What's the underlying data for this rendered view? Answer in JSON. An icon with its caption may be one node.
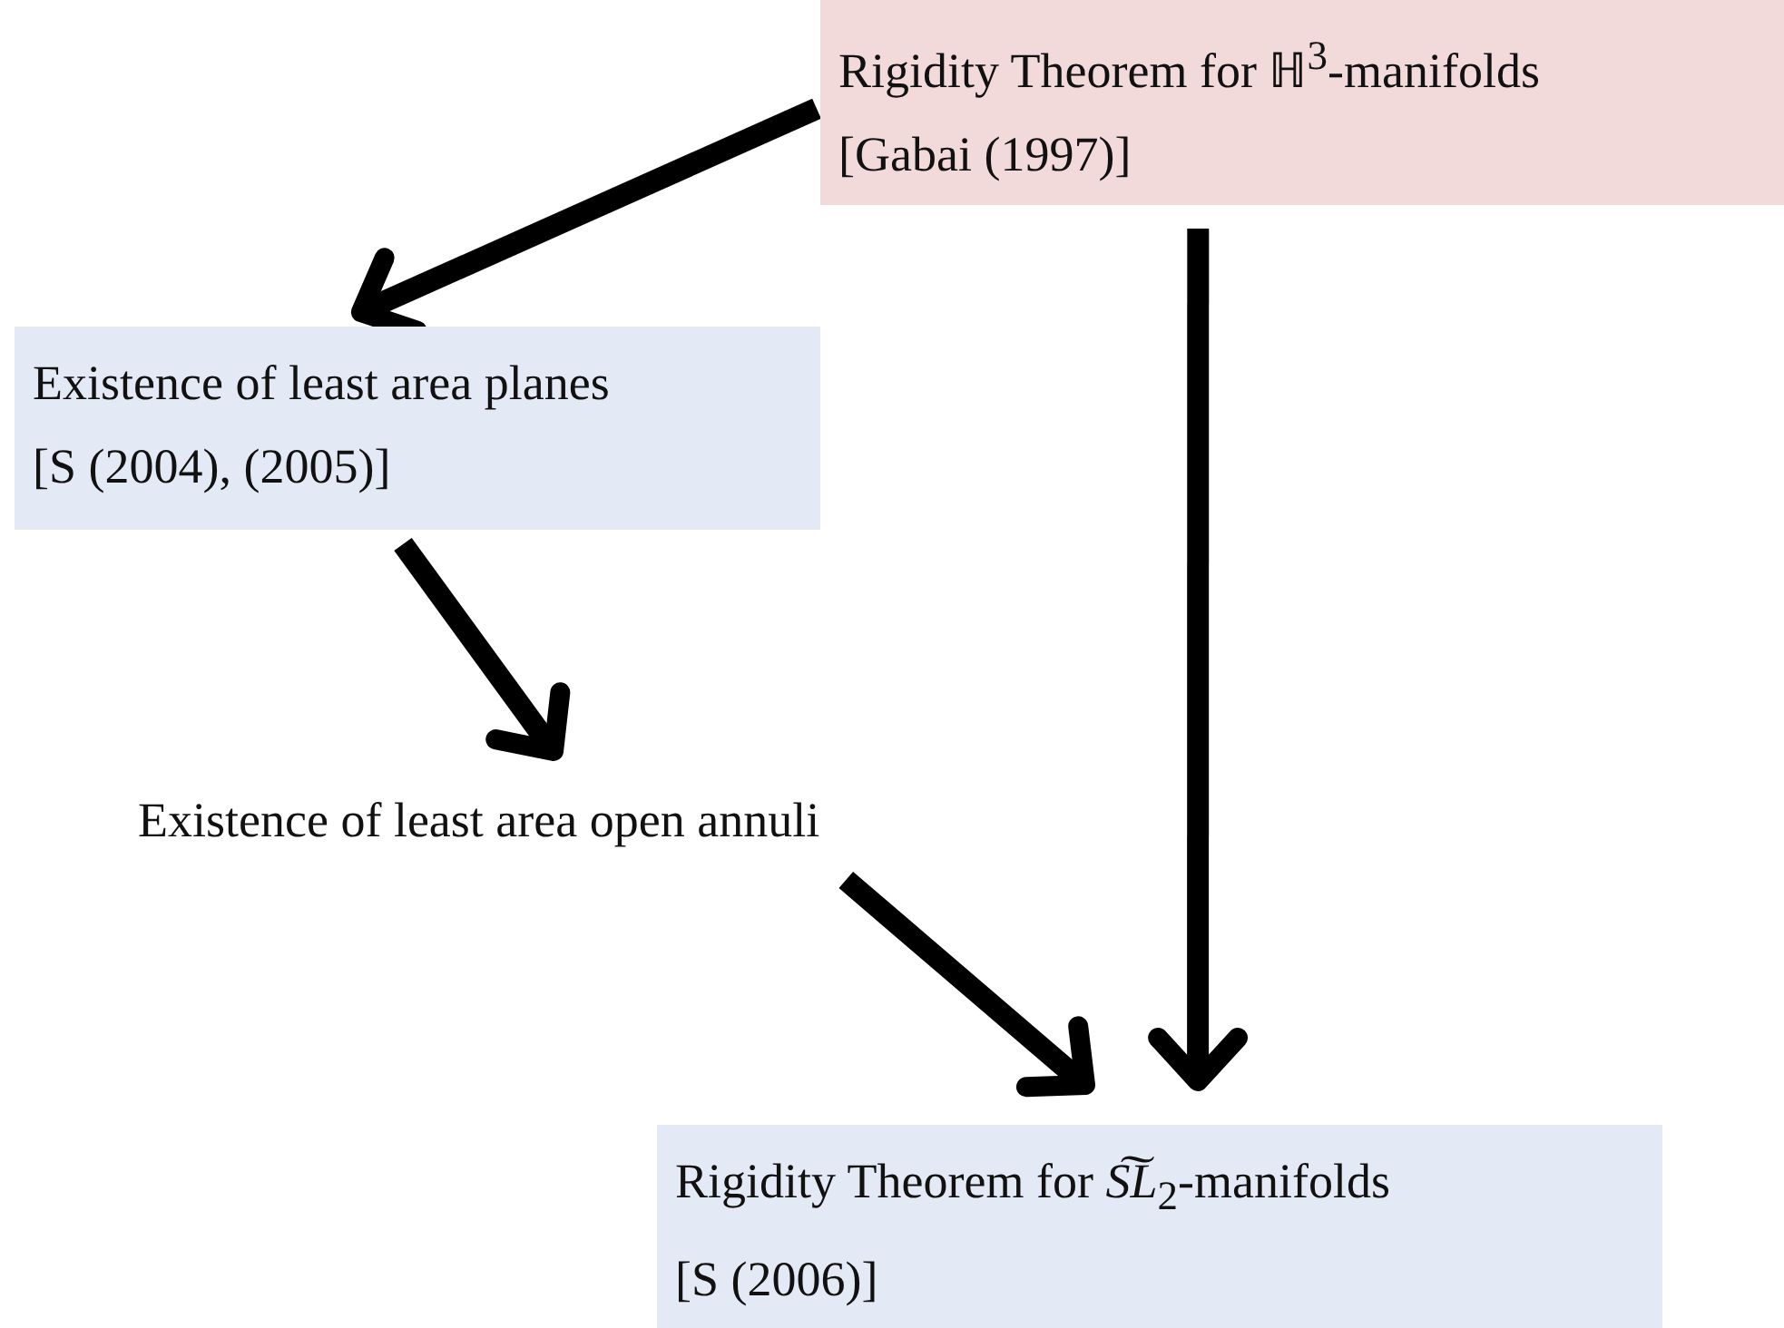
{
  "diagram": {
    "nodes": [
      {
        "text": [
          "Rigidity Theorem for ℍ$^{3}$-manifolds",
          "[Gabai (1997)]"
        ]
      },
      {
        "text": [
          "Existence of least area planes",
          "[S (2004), (2005)]"
        ]
      },
      {
        "text": [
          "Existence of least area open annuli"
        ]
      },
      {
        "text": [
          "Rigidity Theorem for *S͠L*$_{2}$-manifolds",
          "[S (2006)]"
        ]
      }
    ],
    "edges": [
      {
        "from": 0,
        "to": 1,
        "arrow": "to"
      },
      {
        "from": 0,
        "to": 3,
        "arrow": "to"
      },
      {
        "from": 1,
        "to": 2,
        "arrow": "to"
      },
      {
        "from": 2,
        "to": 3,
        "arrow": "to"
      }
    ]
  }
}
